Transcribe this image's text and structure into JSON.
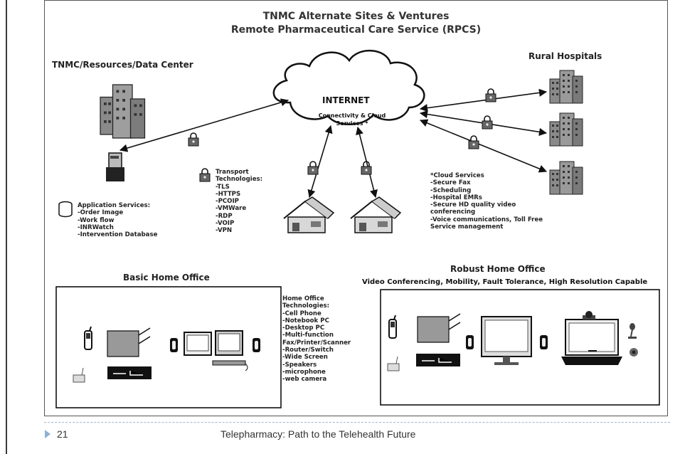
{
  "title": {
    "line1": "TNMC Alternate Sites & Ventures",
    "line2": "Remote Pharmaceutical Care Service (RPCS)"
  },
  "sections": {
    "data_center": "TNMC/Resources/Data Center",
    "rural_hospitals": "Rural Hospitals",
    "basic_home_office": "Basic Home Office",
    "robust_home_office": "Robust Home Office",
    "robust_subtitle": "Video Conferencing, Mobility, Fault Tolerance, High Resolution Capable"
  },
  "internet": {
    "title": "INTERNET",
    "sub1": "Connectivity & Cloud",
    "sub2": "Services *"
  },
  "application_services": {
    "heading": "Application Services:",
    "items": [
      "-Order Image",
      "-Work flow",
      "-INRWatch",
      "-Intervention Database"
    ]
  },
  "transport": {
    "heading1": "Transport",
    "heading2": "Technologies:",
    "items": [
      "-TLS",
      "-HTTPS",
      "-PCOIP",
      "-VMWare",
      "-RDP",
      "-VOIP",
      "-VPN"
    ]
  },
  "cloud_services": {
    "items": [
      "*Cloud Services",
      "-Secure Fax",
      "-Scheduling",
      "-Hospital EMRs",
      "-Secure HD quality video",
      "conferencing",
      "-Voice communications, Toll Free",
      "Service management"
    ]
  },
  "home_office_tech": {
    "heading1": "Home Office",
    "heading2": "Technologies:",
    "items": [
      "-Cell Phone",
      "-Notebook PC",
      "-Desktop PC",
      "-Multi-function",
      "Fax/Printer/Scanner",
      "-Router/Switch",
      "-Wide Screen",
      "-Speakers",
      "-microphone",
      "-web camera"
    ]
  },
  "footer": {
    "page_number": "21",
    "title": "Telepharmacy: Path to the Telehealth Future"
  }
}
